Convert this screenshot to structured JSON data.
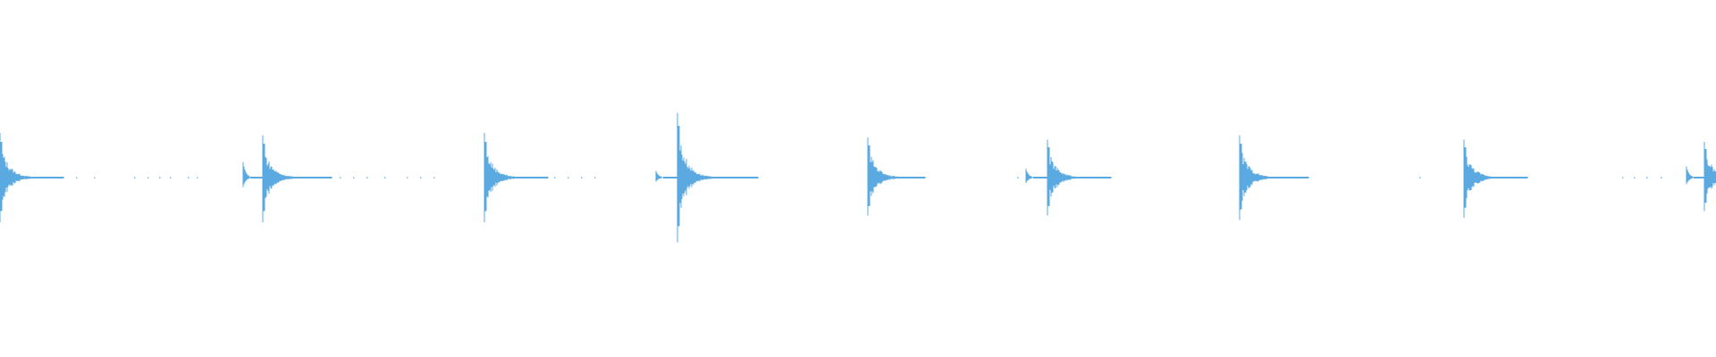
{
  "waveform": {
    "color": "#5aa9e0",
    "background": "#ffffff",
    "onsets": [
      {
        "peak_up": 1.0,
        "peak_down": 1.0,
        "pre_hit": 0.0,
        "tail": 0.55
      },
      {
        "peak_up": 0.95,
        "peak_down": 1.0,
        "pre_hit": 0.35,
        "tail": 0.6
      },
      {
        "peak_up": 1.0,
        "peak_down": 1.0,
        "pre_hit": 0.0,
        "tail": 0.55
      },
      {
        "peak_up": 1.45,
        "peak_down": 1.45,
        "pre_hit": 0.15,
        "tail": 0.7
      },
      {
        "peak_up": 0.9,
        "peak_down": 0.85,
        "pre_hit": 0.0,
        "tail": 0.5
      },
      {
        "peak_up": 0.85,
        "peak_down": 0.85,
        "pre_hit": 0.2,
        "tail": 0.55
      },
      {
        "peak_up": 0.95,
        "peak_down": 0.95,
        "pre_hit": 0.0,
        "tail": 0.6
      },
      {
        "peak_up": 0.85,
        "peak_down": 0.9,
        "pre_hit": 0.0,
        "tail": 0.55
      },
      {
        "peak_up": 0.8,
        "peak_down": 0.75,
        "pre_hit": 0.25,
        "tail": 0.45
      }
    ]
  }
}
